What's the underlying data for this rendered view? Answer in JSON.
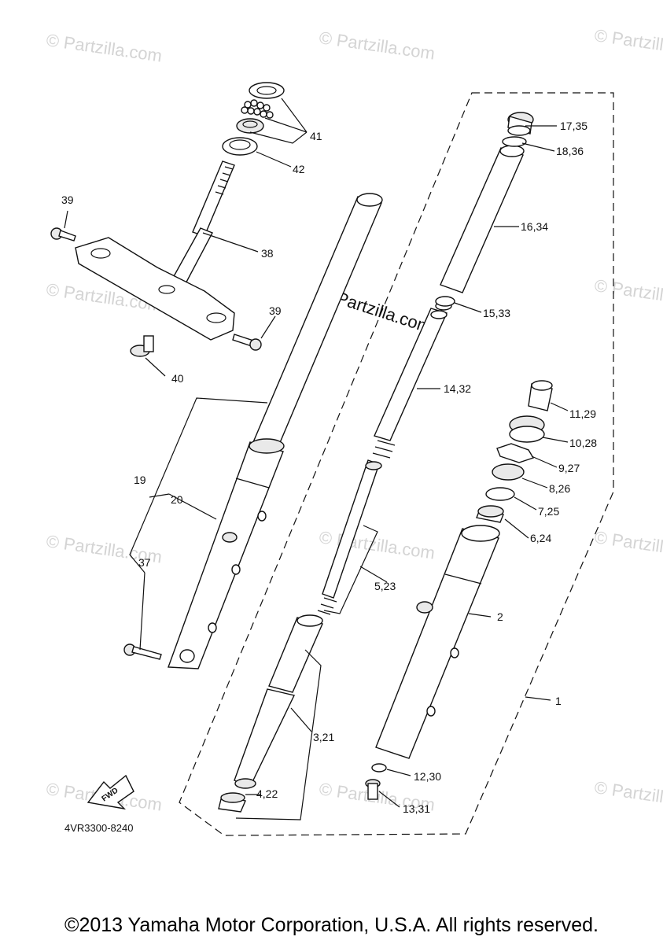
{
  "diagram": {
    "watermark": "© Partzilla.com",
    "watermark_center": "© Partzilla.com",
    "diagram_code": "4VR3300-8240",
    "fwd_label": "FWD",
    "callouts": {
      "c1": "1",
      "c2": "2",
      "c3_21": "3,21",
      "c4_22": "4,22",
      "c5_23": "5,23",
      "c6_24": "6,24",
      "c7_25": "7,25",
      "c8_26": "8,26",
      "c9_27": "9,27",
      "c10_28": "10,28",
      "c11_29": "11,29",
      "c12_30": "12,30",
      "c13_31": "13,31",
      "c14_32": "14,32",
      "c15_33": "15,33",
      "c16_34": "16,34",
      "c17_35": "17,35",
      "c18_36": "18,36",
      "c19": "19",
      "c20": "20",
      "c37": "37",
      "c38": "38",
      "c39a": "39",
      "c39b": "39",
      "c40": "40",
      "c41": "41",
      "c42": "42"
    }
  },
  "footer": {
    "copyright": "©2013 Yamaha Motor Corporation, U.S.A. All rights reserved."
  }
}
